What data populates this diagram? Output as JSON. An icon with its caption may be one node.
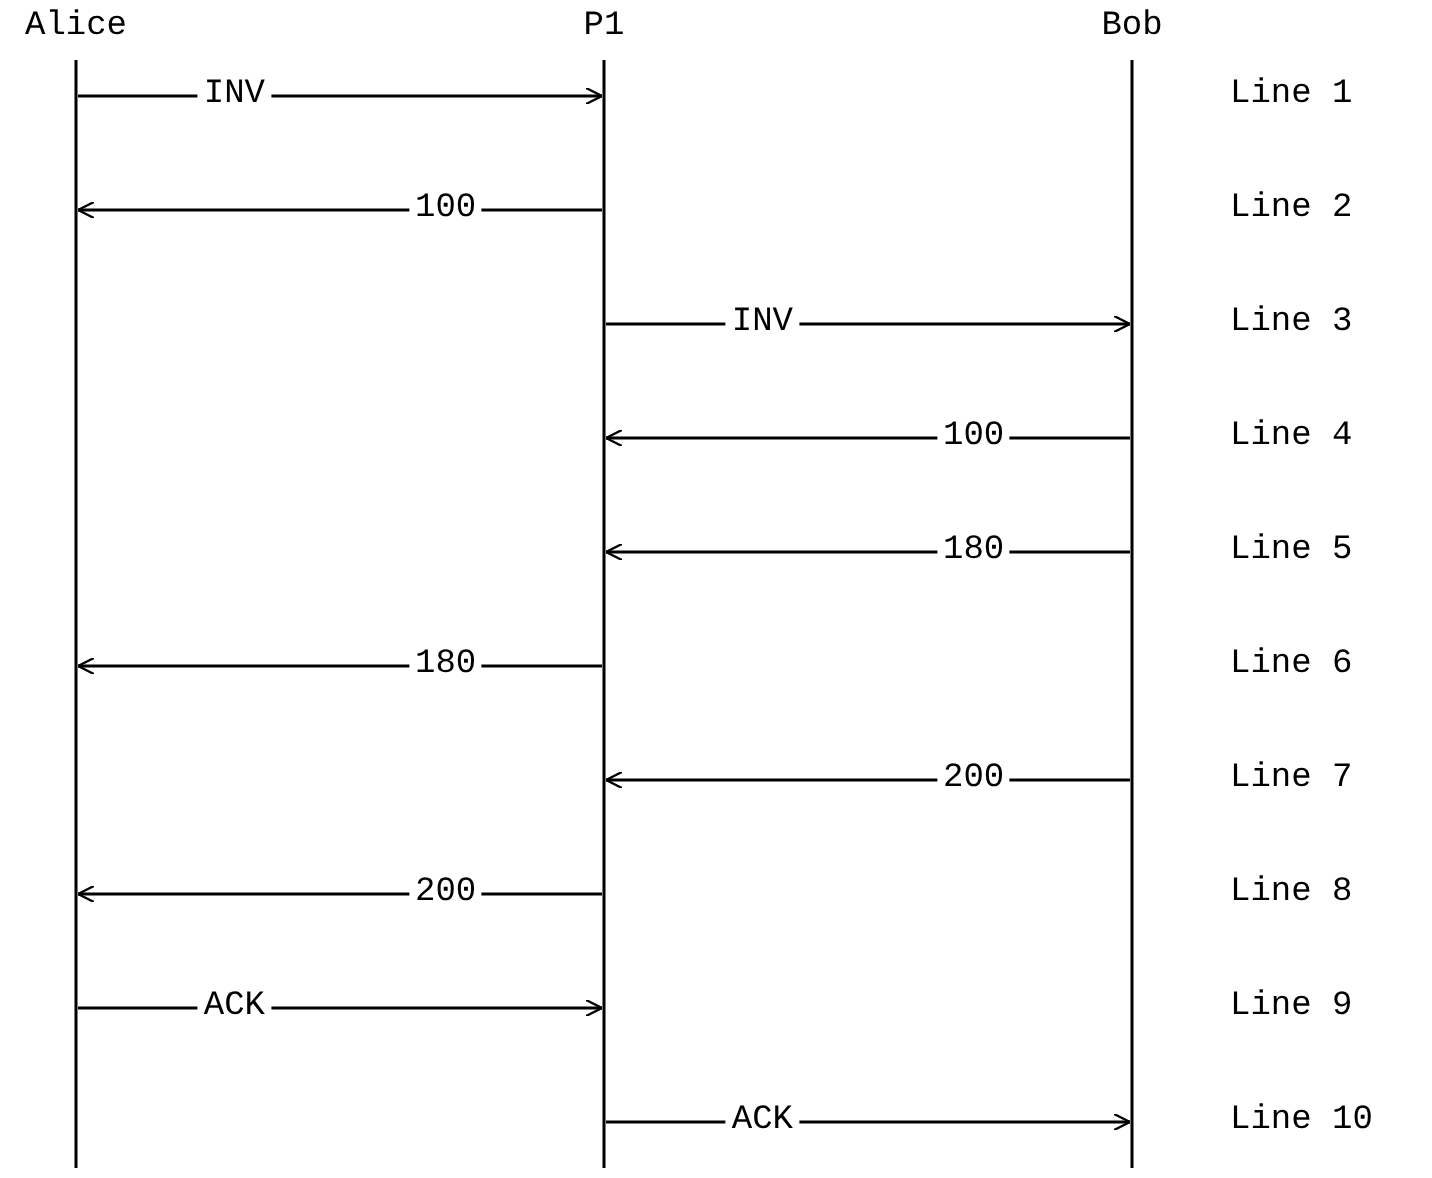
{
  "diagram": {
    "nodes": [
      {
        "text": [
          "Alice"
        ]
      },
      {
        "text": [
          "P1"
        ]
      },
      {
        "text": [
          "Bob"
        ]
      }
    ],
    "edges": [
      {
        "from": 0,
        "to": 1,
        "arrow": "to",
        "label": "INV"
      },
      {
        "from": 1,
        "to": 0,
        "arrow": "to",
        "label": "100"
      },
      {
        "from": 1,
        "to": 2,
        "arrow": "to",
        "label": "INV"
      },
      {
        "from": 2,
        "to": 1,
        "arrow": "to",
        "label": "100"
      },
      {
        "from": 2,
        "to": 1,
        "arrow": "to",
        "label": "180"
      },
      {
        "from": 1,
        "to": 0,
        "arrow": "to",
        "label": "180"
      },
      {
        "from": 2,
        "to": 1,
        "arrow": "to",
        "label": "200"
      },
      {
        "from": 1,
        "to": 0,
        "arrow": "to",
        "label": "200"
      },
      {
        "from": 0,
        "to": 1,
        "arrow": "to",
        "label": "ACK"
      },
      {
        "from": 1,
        "to": 2,
        "arrow": "to",
        "label": "ACK"
      }
    ],
    "labels": [
      "Line 1",
      "Line 2",
      "Line 3",
      "Line 4",
      "Line 5",
      "Line 6",
      "Line 7",
      "Line 8",
      "Line 9",
      "Line 10"
    ]
  }
}
